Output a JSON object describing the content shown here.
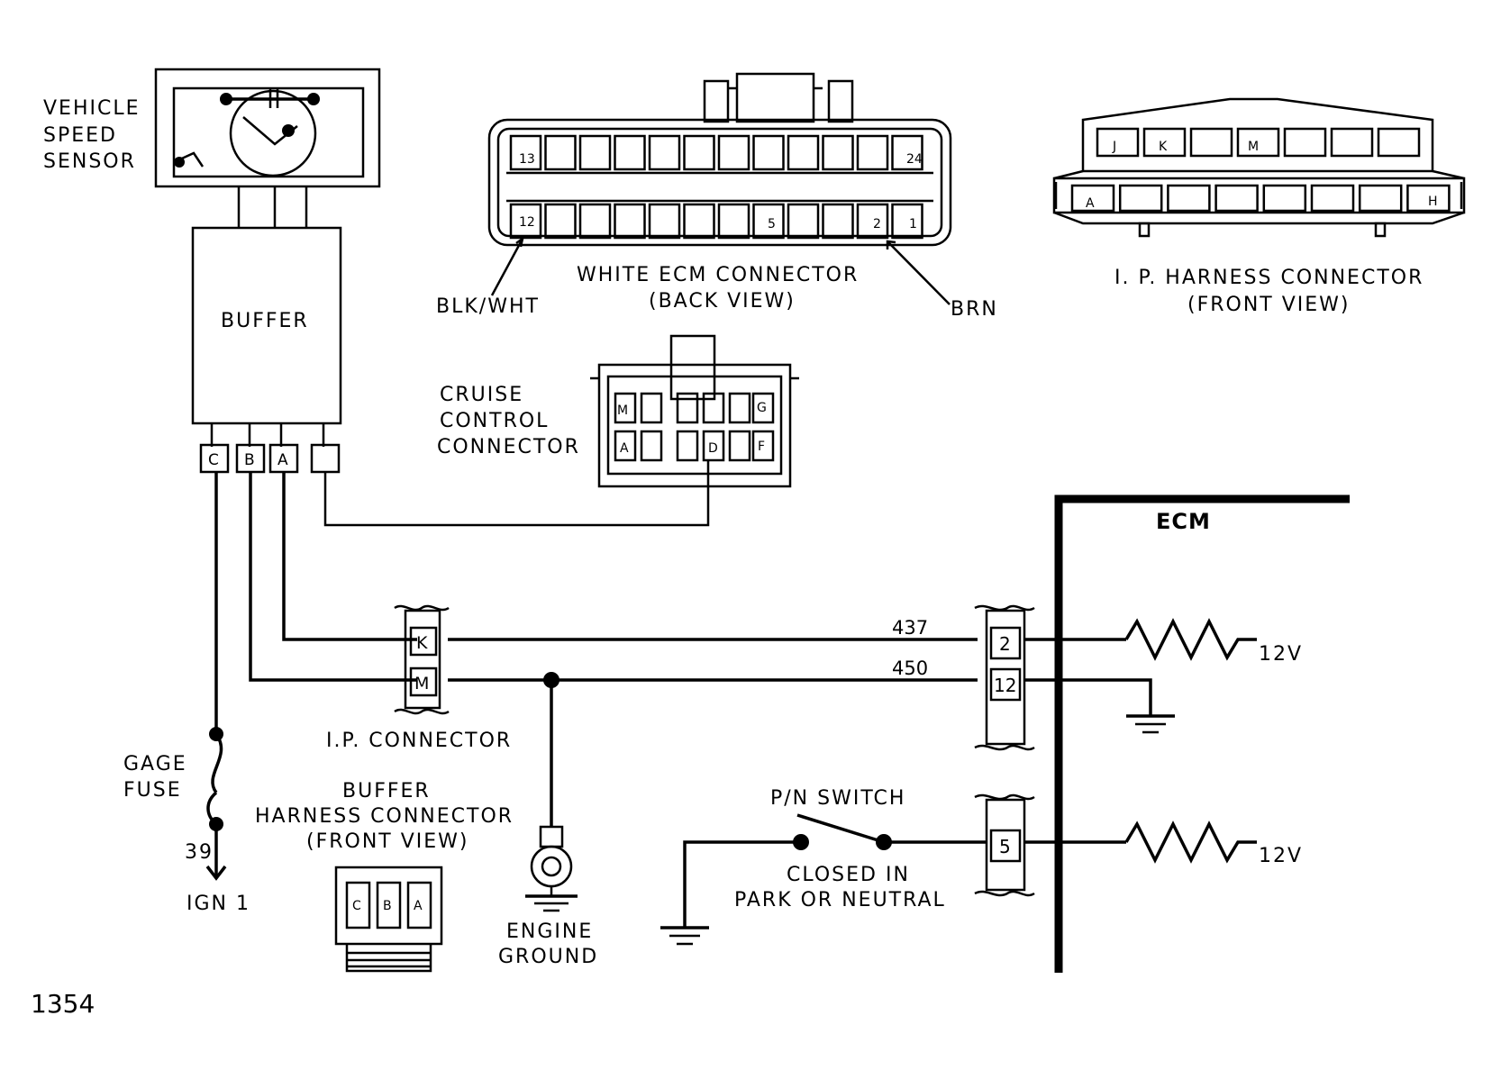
{
  "labels": {
    "vss_line1": "VEHICLE",
    "vss_line2": "SPEED",
    "vss_line3": "SENSOR",
    "buffer": "BUFFER",
    "white_ecm_line1": "WHITE ECM CONNECTOR",
    "white_ecm_line2": "(BACK VIEW)",
    "blk_wht": "BLK/WHT",
    "brn": "BRN",
    "ip_harness_line1": "I. P. HARNESS CONNECTOR",
    "ip_harness_line2": "(FRONT VIEW)",
    "cruise_line1": "CRUISE",
    "cruise_line2": "CONTROL",
    "cruise_line3": "CONNECTOR",
    "ecm": "ECM",
    "ip_connector": "I.P. CONNECTOR",
    "gage_line1": "GAGE",
    "gage_line2": "FUSE",
    "ign_circuit": "39",
    "ign": "IGN 1",
    "buffer_harness_line1": "BUFFER",
    "buffer_harness_line2": "HARNESS CONNECTOR",
    "buffer_harness_line3": "(FRONT VIEW)",
    "engine_ground_line1": "ENGINE",
    "engine_ground_line2": "GROUND",
    "pn_switch": "P/N SWITCH",
    "closed_line1": "CLOSED IN",
    "closed_line2": "PARK OR NEUTRAL",
    "figure_number": "1354"
  },
  "wires": {
    "wire_437": "437",
    "wire_450": "450",
    "voltage_top": "12V",
    "voltage_bottom": "12V"
  },
  "buffer_pins": [
    "C",
    "B",
    "A"
  ],
  "ip_connector_pins": [
    "K",
    "M"
  ],
  "ecm_pins": [
    "2",
    "12",
    "5"
  ],
  "white_ecm_pins": {
    "top_left": "13",
    "top_right": "24",
    "bottom_left": "12",
    "bottom_5": "5",
    "bottom_2": "2",
    "bottom_1": "1"
  },
  "ip_harness_pins": {
    "top": [
      "J",
      "K",
      "M"
    ],
    "bottom_left": "A",
    "bottom_right": "H"
  },
  "cruise_pins": {
    "top_left": "M",
    "top_right": "G",
    "bottom_left": "A",
    "bottom_mid": "D",
    "bottom_right": "F"
  },
  "buffer_harness_pins": [
    "C",
    "B",
    "A"
  ]
}
